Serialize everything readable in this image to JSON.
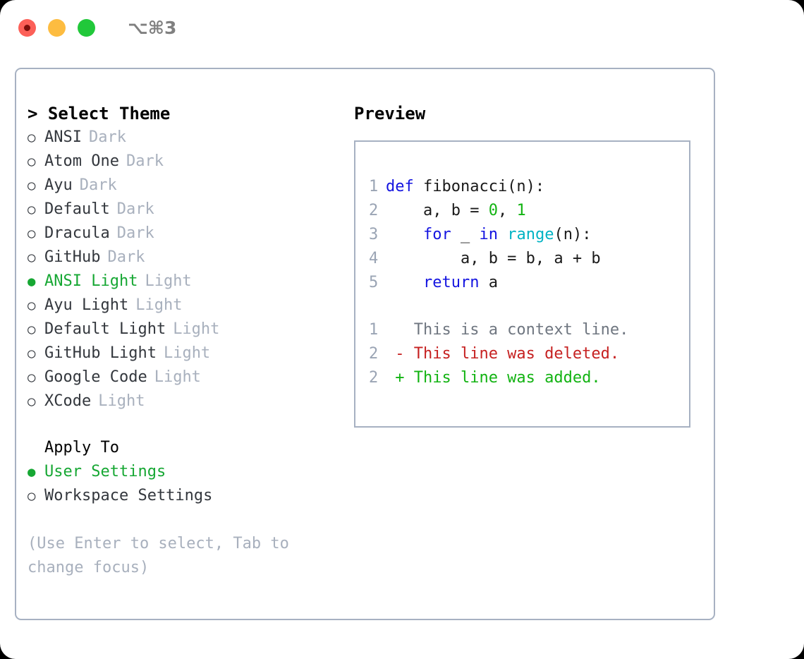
{
  "titlebar": {
    "shortcut": "⌥⌘3",
    "buttons": [
      {
        "name": "close",
        "color": "#fc6058"
      },
      {
        "name": "minimize",
        "color": "#fdbc40"
      },
      {
        "name": "maximize",
        "color": "#21c83a"
      }
    ]
  },
  "theme_picker": {
    "header": "> Select Theme",
    "selected_bullet": "●",
    "unselected_bullet": "○",
    "accent_color": "#16a733",
    "muted_color": "#a8b0bd",
    "items": [
      {
        "label": "ANSI",
        "kind": "Dark",
        "selected": false
      },
      {
        "label": "Atom One",
        "kind": "Dark",
        "selected": false
      },
      {
        "label": "Ayu",
        "kind": "Dark",
        "selected": false
      },
      {
        "label": "Default",
        "kind": "Dark",
        "selected": false
      },
      {
        "label": "Dracula",
        "kind": "Dark",
        "selected": false
      },
      {
        "label": "GitHub",
        "kind": "Dark",
        "selected": false
      },
      {
        "label": "ANSI Light",
        "kind": "Light",
        "selected": true
      },
      {
        "label": "Ayu Light",
        "kind": "Light",
        "selected": false
      },
      {
        "label": "Default Light",
        "kind": "Light",
        "selected": false
      },
      {
        "label": "GitHub Light",
        "kind": "Light",
        "selected": false
      },
      {
        "label": "Google Code",
        "kind": "Light",
        "selected": false
      },
      {
        "label": "XCode",
        "kind": "Light",
        "selected": false
      }
    ]
  },
  "apply_to": {
    "header": "Apply To",
    "items": [
      {
        "label": "User Settings",
        "selected": true
      },
      {
        "label": "Workspace Settings",
        "selected": false
      }
    ]
  },
  "hint": "(Use Enter to select, Tab to change focus)",
  "preview": {
    "header": "Preview",
    "code": [
      {
        "lineno": "1",
        "tokens": [
          {
            "t": "def ",
            "c": "kw"
          },
          {
            "t": "fibonacci(n):",
            "c": "plain"
          }
        ]
      },
      {
        "lineno": "2",
        "tokens": [
          {
            "t": "    a, b = ",
            "c": "plain"
          },
          {
            "t": "0",
            "c": "num"
          },
          {
            "t": ", ",
            "c": "plain"
          },
          {
            "t": "1",
            "c": "num"
          }
        ]
      },
      {
        "lineno": "3",
        "tokens": [
          {
            "t": "    ",
            "c": "plain"
          },
          {
            "t": "for",
            "c": "kw"
          },
          {
            "t": " _ ",
            "c": "plain"
          },
          {
            "t": "in",
            "c": "kw"
          },
          {
            "t": " ",
            "c": "plain"
          },
          {
            "t": "range",
            "c": "fn"
          },
          {
            "t": "(n):",
            "c": "plain"
          }
        ]
      },
      {
        "lineno": "4",
        "tokens": [
          {
            "t": "        a, b = b, a + b",
            "c": "plain"
          }
        ]
      },
      {
        "lineno": "5",
        "tokens": [
          {
            "t": "    ",
            "c": "plain"
          },
          {
            "t": "return",
            "c": "kw"
          },
          {
            "t": " a",
            "c": "plain"
          }
        ]
      }
    ],
    "diff": [
      {
        "lineno": "1",
        "marker": " ",
        "text": " This is a context line.",
        "kind": "ctx"
      },
      {
        "lineno": "2",
        "marker": "-",
        "text": " This line was deleted.",
        "kind": "del"
      },
      {
        "lineno": "2",
        "marker": "+",
        "text": " This line was added.",
        "kind": "add"
      }
    ]
  }
}
